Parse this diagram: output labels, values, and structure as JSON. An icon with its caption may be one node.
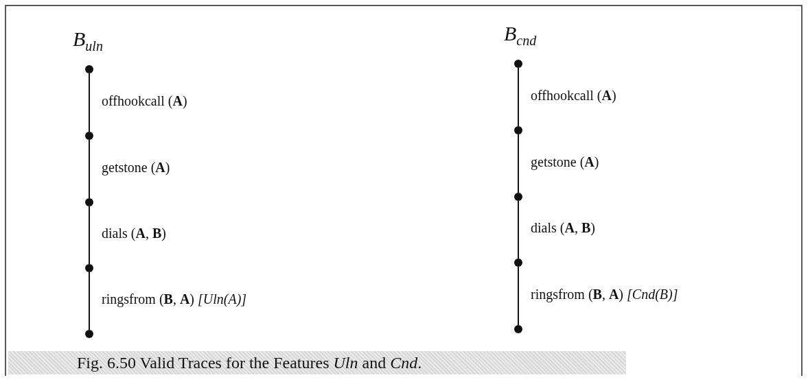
{
  "diagram": {
    "caption": "Fig. 6.50 Valid Traces for the Features *Uln* and *Cnd*.",
    "nodes": [
      {
        "text": [],
        "shape": "circle"
      },
      {
        "text": [],
        "shape": "circle"
      },
      {
        "text": [],
        "shape": "circle"
      },
      {
        "text": [],
        "shape": "circle"
      },
      {
        "text": [],
        "shape": "circle"
      },
      {
        "text": [],
        "shape": "circle"
      },
      {
        "text": [],
        "shape": "circle"
      },
      {
        "text": [],
        "shape": "circle"
      },
      {
        "text": [],
        "shape": "circle"
      },
      {
        "text": [],
        "shape": "circle"
      }
    ],
    "edges": [
      {
        "from": 0,
        "to": 1,
        "arrow": "none",
        "label": "offhookcall (**A**)"
      },
      {
        "from": 1,
        "to": 2,
        "arrow": "none",
        "label": "getstone (**A**)"
      },
      {
        "from": 2,
        "to": 3,
        "arrow": "none",
        "label": "dials (**A**, **B**)"
      },
      {
        "from": 3,
        "to": 4,
        "arrow": "none",
        "label": "ringsfrom (**B**, **A**) *[Uln(A)]*"
      },
      {
        "from": 5,
        "to": 6,
        "arrow": "none",
        "label": "offhookcall (**A**)"
      },
      {
        "from": 6,
        "to": 7,
        "arrow": "none",
        "label": "getstone (**A**)"
      },
      {
        "from": 7,
        "to": 8,
        "arrow": "none",
        "label": "dials (**A**, **B**)"
      },
      {
        "from": 8,
        "to": 9,
        "arrow": "none",
        "label": "ringsfrom (**B**, **A**) *[Cnd(B)]*"
      }
    ],
    "labels": [
      "B$_{uln}$",
      "B$_{cnd}$"
    ]
  }
}
